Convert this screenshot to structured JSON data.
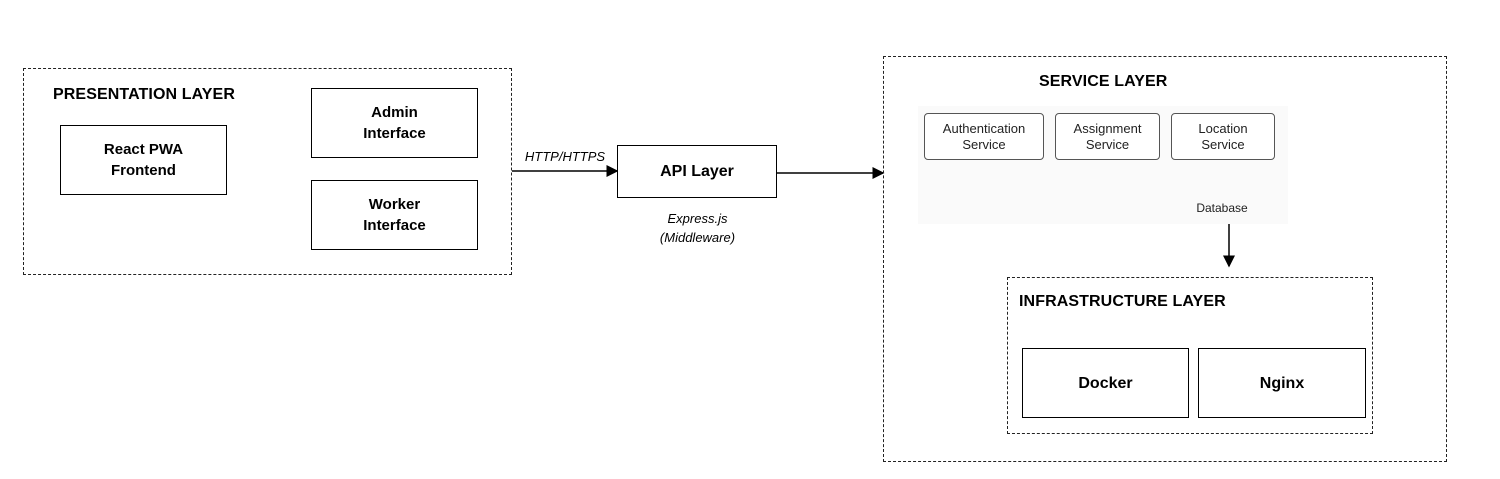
{
  "presentation": {
    "title": "PRESENTATION LAYER",
    "react": "React PWA\nFrontend",
    "admin": "Admin\nInterface",
    "worker": "Worker\nInterface"
  },
  "connection": {
    "protocol": "HTTP/HTTPS"
  },
  "api": {
    "title": "API Layer",
    "tech": "Express.js\n(Middleware)"
  },
  "service": {
    "title": "SERVICE LAYER",
    "auth": "Authentication\nService",
    "assignment": "Assignment\nService",
    "location": "Location\nService",
    "database": "Database"
  },
  "infrastructure": {
    "title": "INFRASTRUCTURE LAYER",
    "docker": "Docker",
    "nginx": "Nginx"
  }
}
